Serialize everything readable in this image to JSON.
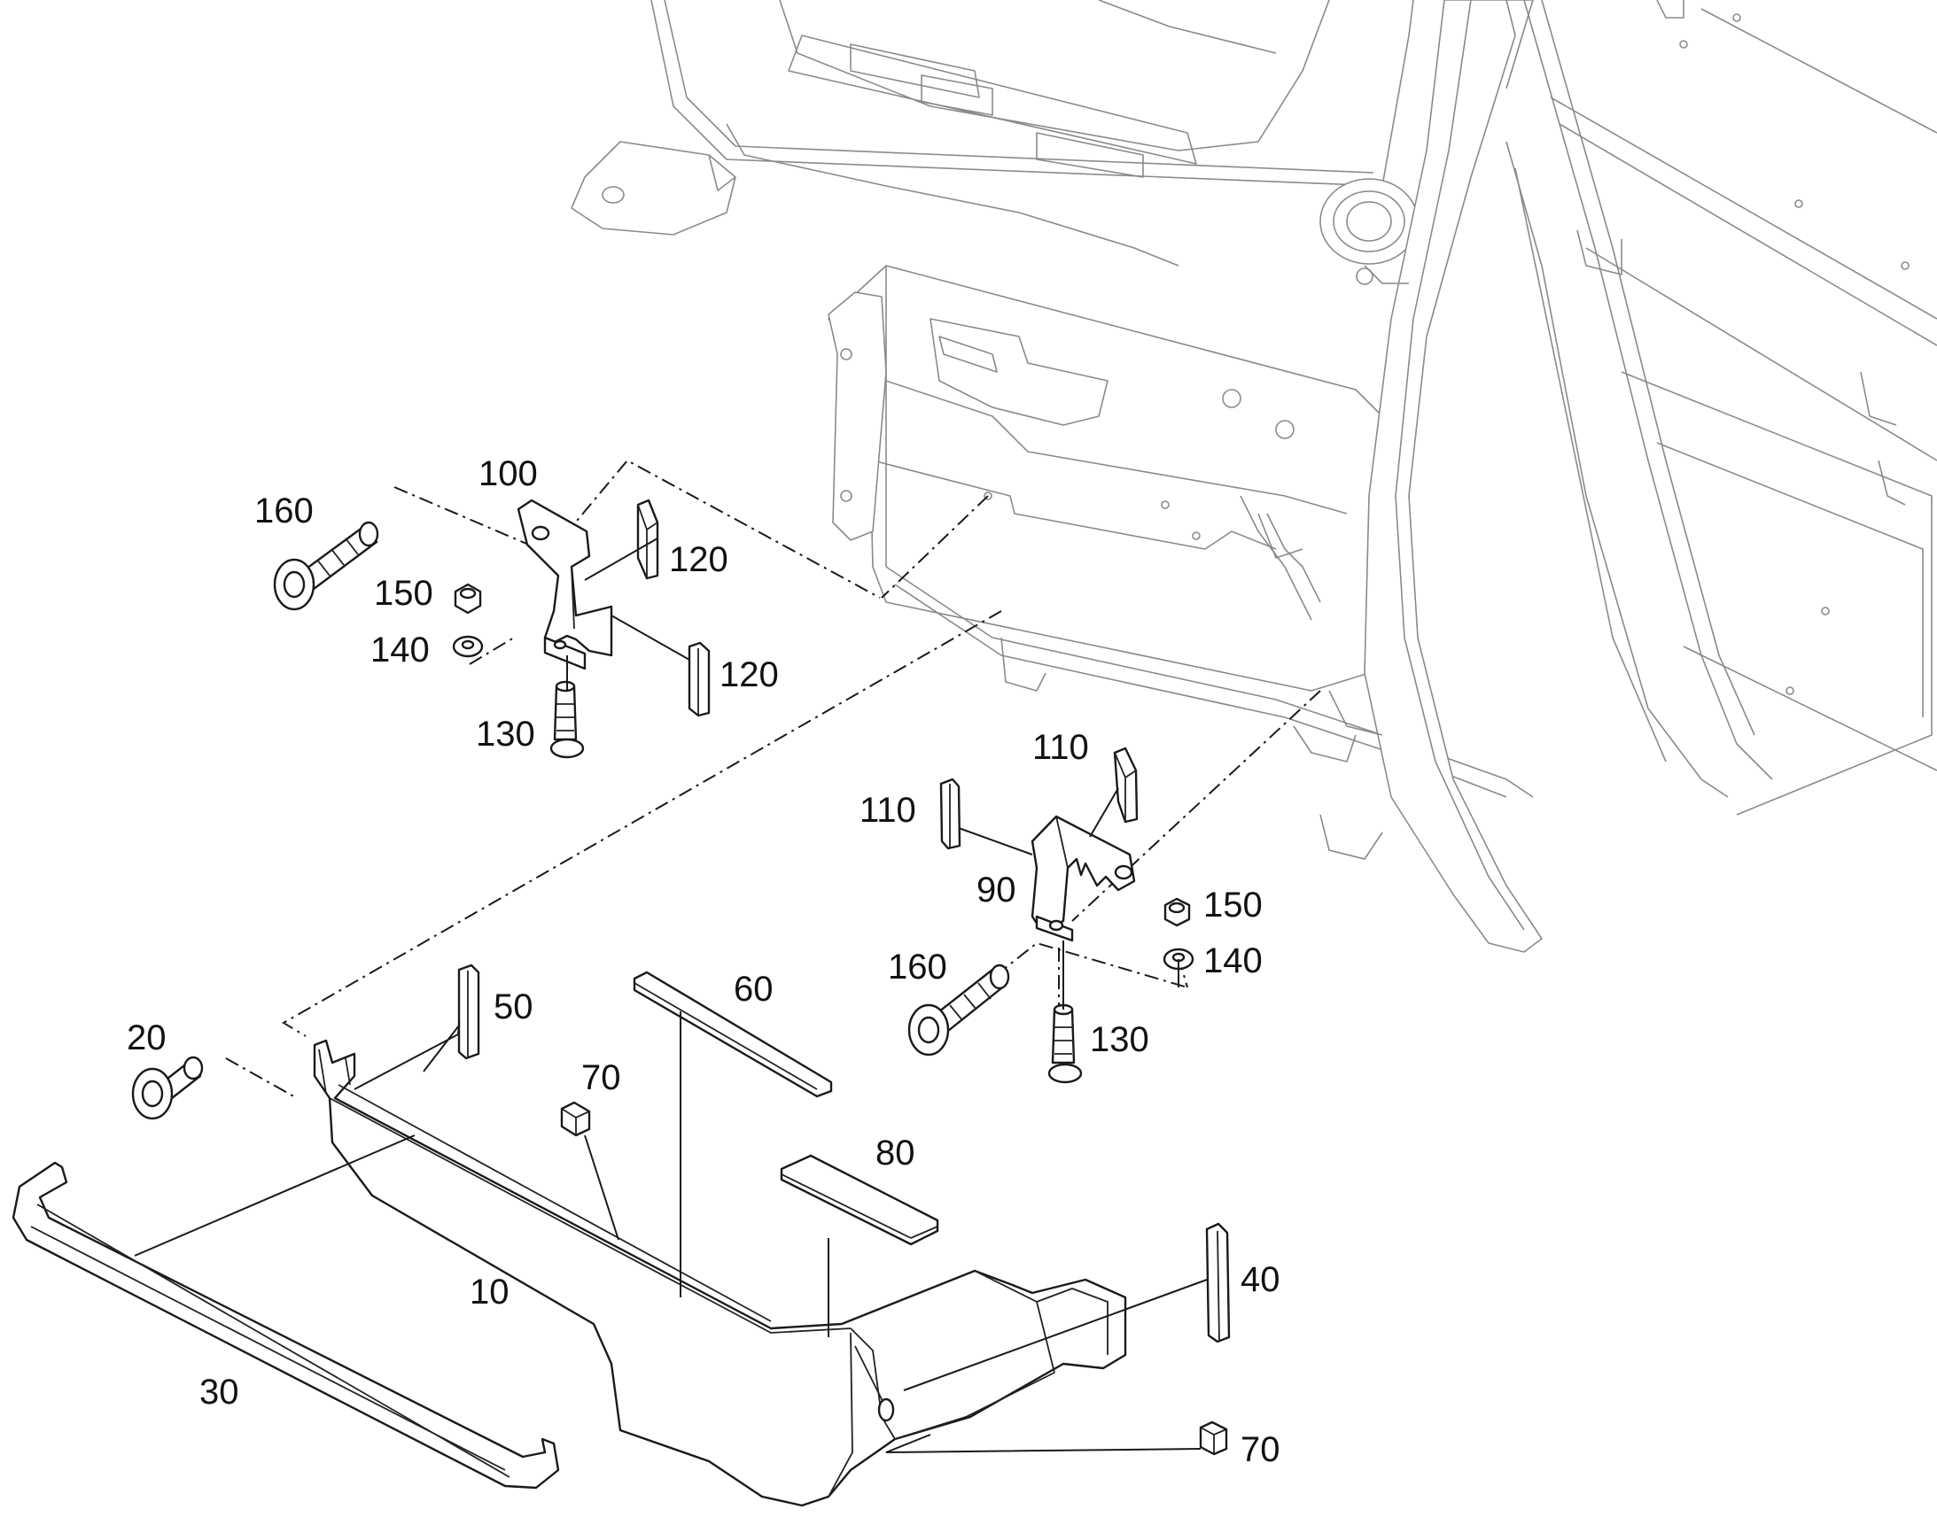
{
  "callouts": {
    "c10": "10",
    "c20": "20",
    "c30": "30",
    "c40": "40",
    "c50": "50",
    "c60": "60",
    "c70a": "70",
    "c70b": "70",
    "c80": "80",
    "c90": "90",
    "c100": "100",
    "c110a": "110",
    "c110b": "110",
    "c120a": "120",
    "c120b": "120",
    "c130a": "130",
    "c130b": "130",
    "c140a": "140",
    "c140b": "140",
    "c150a": "150",
    "c150b": "150",
    "c160a": "160",
    "c160b": "160"
  }
}
